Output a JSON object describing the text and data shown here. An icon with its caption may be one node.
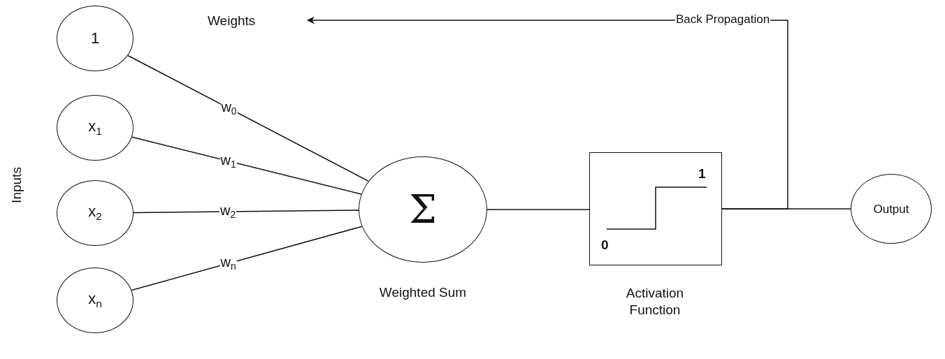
{
  "diagram": {
    "nodes": [
      {
        "text": [
          "1"
        ]
      },
      {
        "text": [
          "x$_{1}$"
        ]
      },
      {
        "text": [
          "x$_{2}$"
        ]
      },
      {
        "text": [
          "x$_{n}$"
        ]
      },
      {
        "text": [
          "Σ"
        ],
        "beside": [
          "Weighted Sum"
        ]
      },
      {
        "text": [
          "1",
          "0"
        ],
        "beside": [
          "Activation Function"
        ]
      },
      {
        "text": [
          "Output"
        ]
      },
      {
        "text": [
          "Weights"
        ]
      }
    ],
    "edges": [
      {
        "from": 0,
        "to": 4,
        "arrow": "none",
        "label": "w$_{0}$"
      },
      {
        "from": 1,
        "to": 4,
        "arrow": "none",
        "label": "w$_{1}$"
      },
      {
        "from": 2,
        "to": 4,
        "arrow": "none",
        "label": "w$_{2}$"
      },
      {
        "from": 3,
        "to": 4,
        "arrow": "none",
        "label": "w$_{n}$"
      },
      {
        "from": 4,
        "to": 5,
        "arrow": "none"
      },
      {
        "from": 5,
        "to": 6,
        "arrow": "none"
      },
      {
        "from": 5,
        "to": 7,
        "arrow": "to",
        "label": "Back Propagation"
      }
    ],
    "labels": [
      "Inputs"
    ]
  }
}
